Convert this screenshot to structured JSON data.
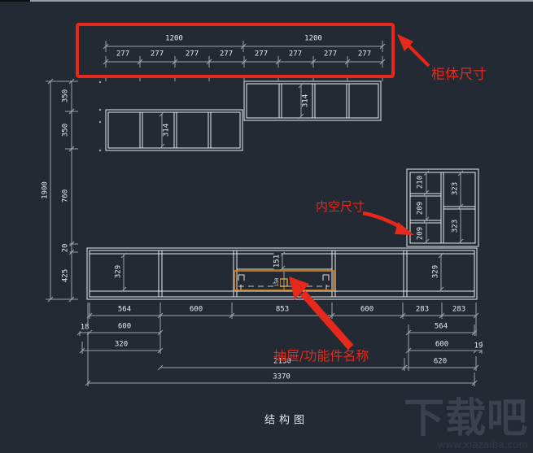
{
  "title": {
    "drawing_label": "结构图"
  },
  "annotations": {
    "color": "#e7291b",
    "cabinet_dims_label": "柜体尺寸",
    "inner_dims_label": "内空尺寸",
    "drawer_name_label": "抽屉/功能件名称"
  },
  "watermark": {
    "logo_text": "下载吧",
    "site_url": "www.xiazaiba.com"
  },
  "colors": {
    "background": "#232a34",
    "cabinet_line": "#e9ecef",
    "dimension_line": "#9aa2ab",
    "drawer_highlight": "#de8414",
    "annotation_red": "#e7291b"
  },
  "dims": {
    "top": {
      "totals": [
        "1200",
        "1200"
      ],
      "divisions": [
        "277",
        "277",
        "277",
        "277",
        "277",
        "277",
        "277",
        "277"
      ]
    },
    "left": {
      "total": "1900",
      "chain": [
        "350",
        "350",
        "760",
        "20",
        "425"
      ]
    },
    "cabinets": {
      "wall_left_inner": "314",
      "wall_right_inner": "314",
      "tall_left": [
        "210",
        "209",
        "209"
      ],
      "tall_right": [
        "323",
        "323"
      ],
      "base_left": "329",
      "base_drawer_height": "151",
      "base_drawer_small": "150",
      "base_right": "329"
    },
    "bottom": {
      "row1": [
        "564",
        "600",
        "853",
        "600",
        "283",
        "283"
      ],
      "row2": [
        "18",
        "600",
        "564"
      ],
      "row3": [
        "320",
        "600",
        "19"
      ],
      "row4": [
        "2130",
        "620"
      ],
      "row5": [
        "3370"
      ]
    }
  }
}
